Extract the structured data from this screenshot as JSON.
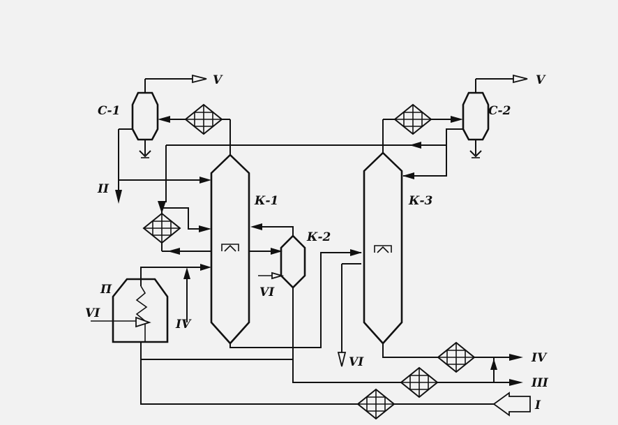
{
  "labels": {
    "c1": "С-1",
    "c2": "С-2",
    "k1": "К-1",
    "k2": "К-2",
    "k3": "К-3",
    "furnace": "П",
    "v_left": "V",
    "v_right": "V",
    "ii": "II",
    "iv_left": "IV",
    "vi_furnace": "VI",
    "vi_k2": "VI",
    "vi_bottom": "VI",
    "out_iv": "IV",
    "out_iii": "III",
    "in_i": "I"
  },
  "icons": {
    "heat_exchanger": "heat-exchanger-icon",
    "separator": "separator-icon",
    "column": "distillation-column-icon",
    "furnace": "furnace-icon"
  },
  "colors": {
    "line": "#111111",
    "background": "#f2f2f2"
  }
}
